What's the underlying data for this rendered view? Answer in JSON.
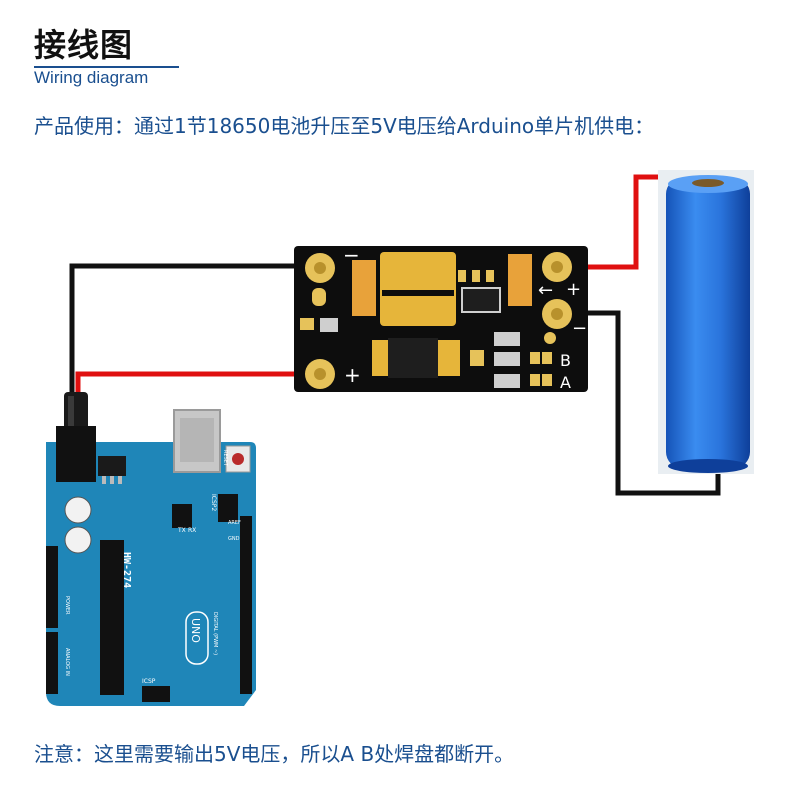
{
  "header": {
    "title": "接线图",
    "subtitle": "Wiring diagram"
  },
  "usage_text": "产品使用：通过1节18650电池升压至5V电压给Arduino单片机供电：",
  "note_text": "注意：这里需要输出5V电压，所以A B处焊盘都断开。",
  "module": {
    "left_minus": "−",
    "left_plus": "+",
    "right_plus": "+",
    "right_minus": "−",
    "right_arrow": "←",
    "pad_b": "B",
    "pad_a": "A"
  },
  "arduino": {
    "model": "HW-274",
    "uno": "UNO",
    "reset": "RESET",
    "icsp2": "ICSP2",
    "icsp": "ICSP",
    "tx": "TX",
    "rx": "RX",
    "aref": "AREF",
    "gnd": "GND",
    "digital": "DIGITAL (PWM ~)",
    "power": "POWER",
    "analog": "ANALOG IN"
  },
  "colors": {
    "wire_black": "#111111",
    "wire_red": "#e01010",
    "pcb": "#0d0d0d",
    "pad_gold": "#e6c25a",
    "arduino_blue": "#1f86b8",
    "battery_blue": "#1f6fd6",
    "text_blue": "#1a4f8f"
  }
}
